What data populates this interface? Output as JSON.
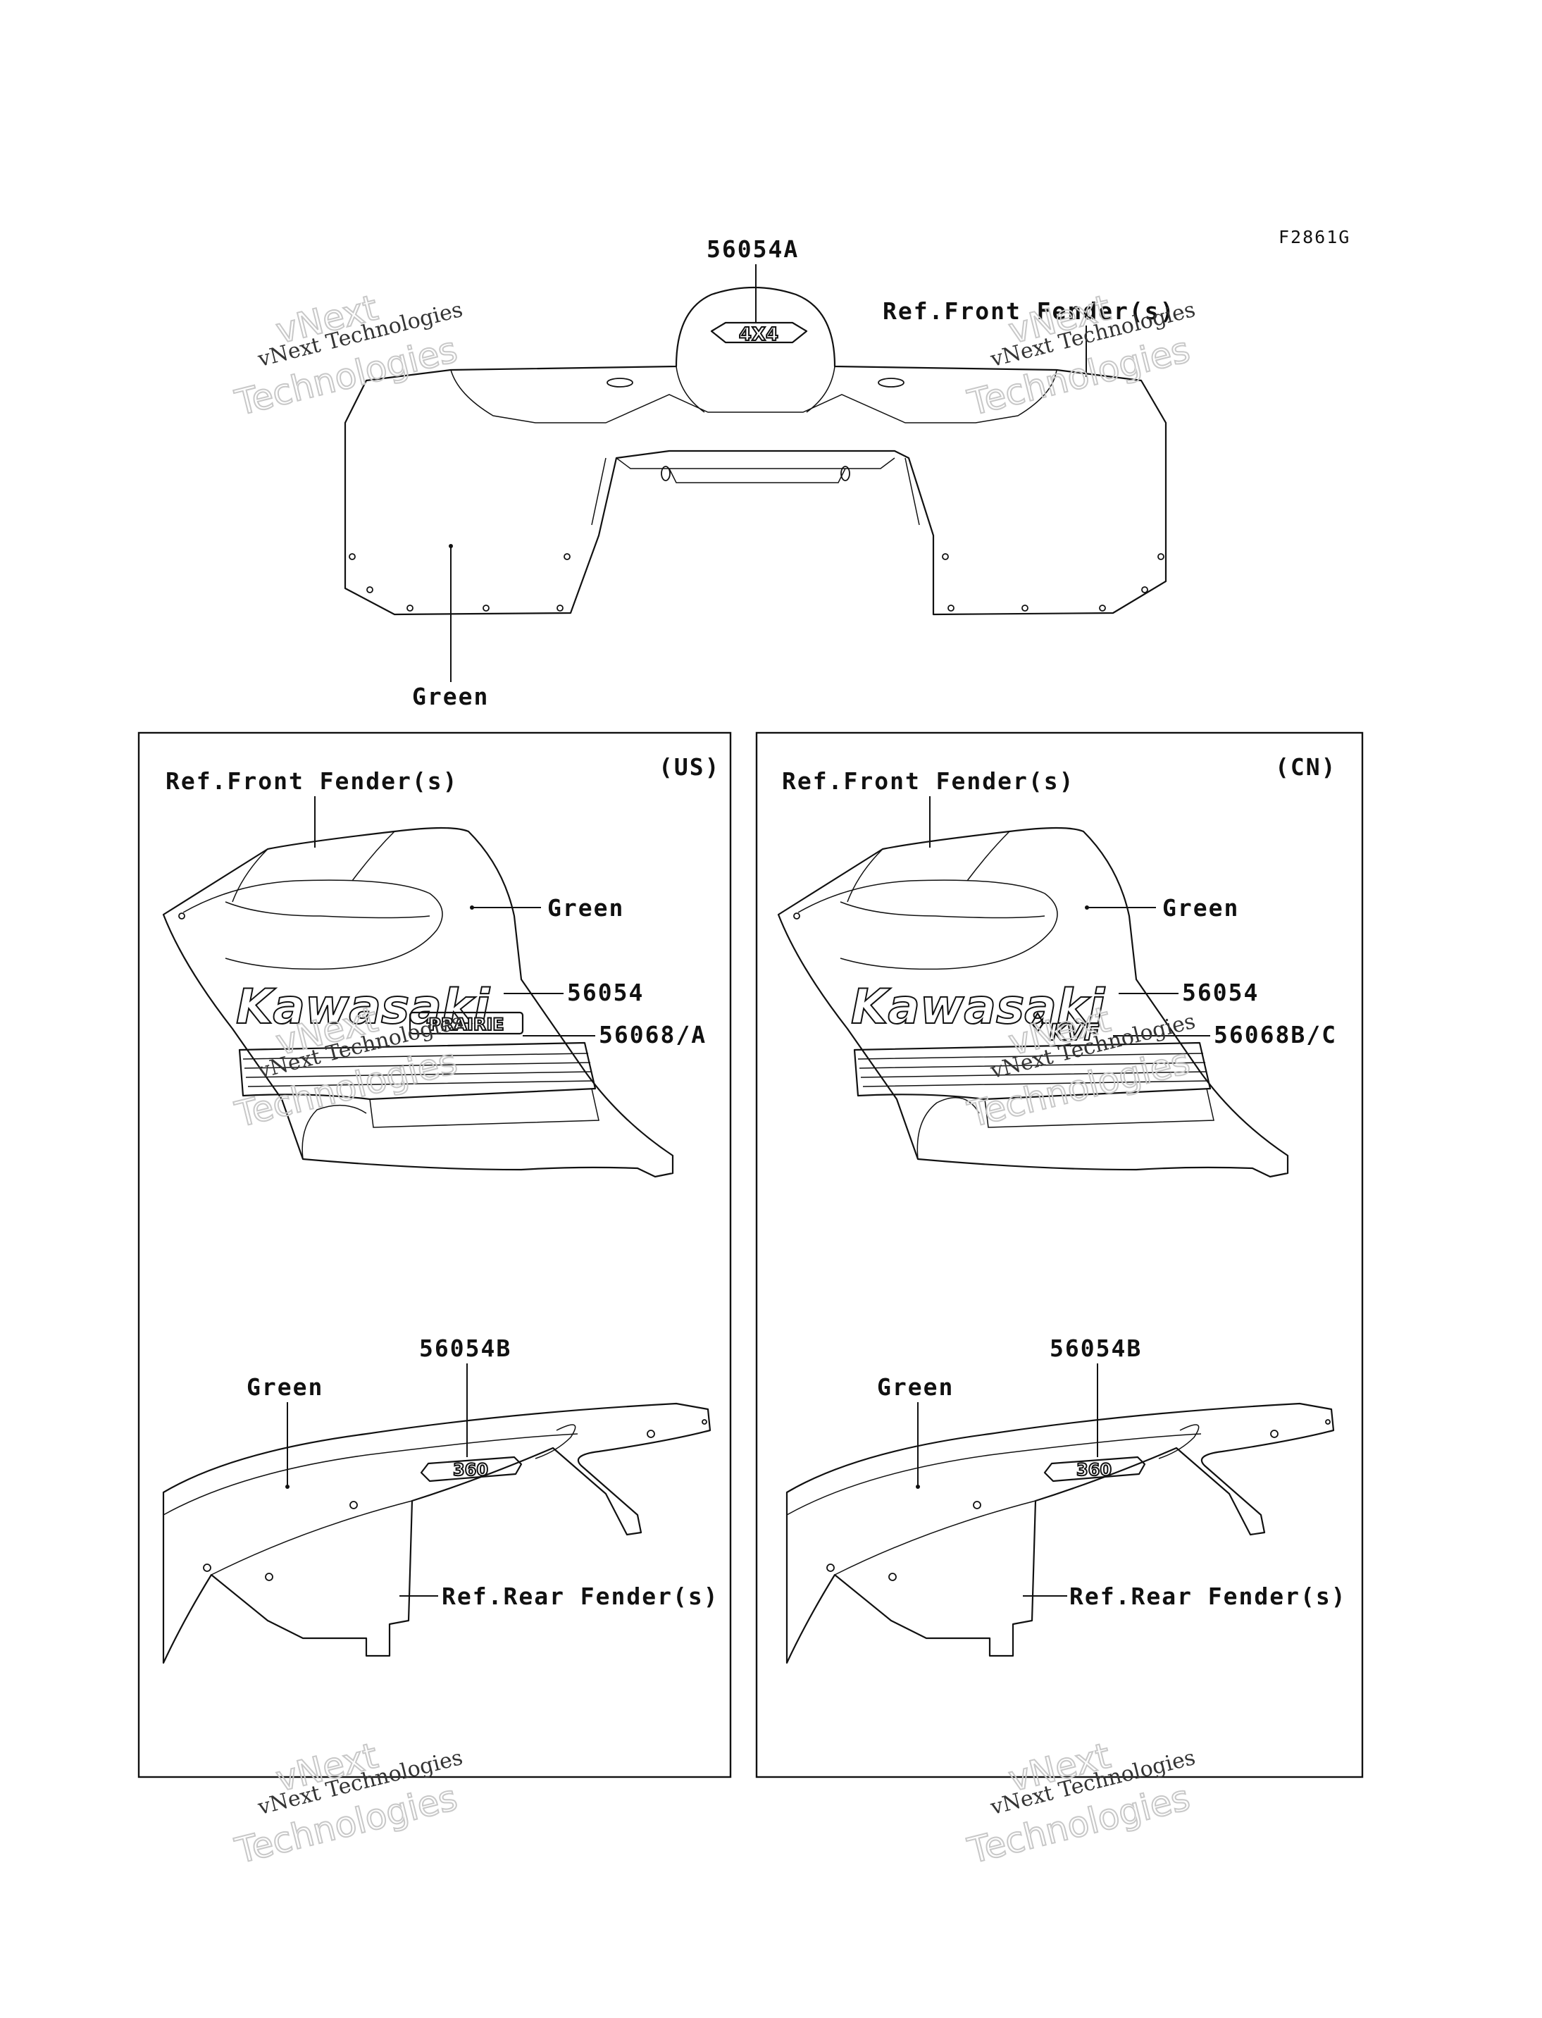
{
  "figure_code": "F2861G",
  "top": {
    "part_56054A": "56054A",
    "ref_front_fender": "Ref.Front Fender(s)",
    "color_green": "Green"
  },
  "panel_us": {
    "region": "(US)",
    "ref_front_fender": "Ref.Front Fender(s)",
    "color_green_front": "Green",
    "part_56054": "56054",
    "part_56068": "56068/A",
    "part_56054B": "56054B",
    "color_green_rear": "Green",
    "ref_rear_fender": "Ref.Rear Fender(s)"
  },
  "panel_cn": {
    "region": "(CN)",
    "ref_front_fender": "Ref.Front Fender(s)",
    "color_green_front": "Green",
    "part_56054": "56054",
    "part_56068": "56068B/C",
    "part_56054B": "56054B",
    "color_green_rear": "Green",
    "ref_rear_fender": "Ref.Rear Fender(s)"
  },
  "decals": {
    "badge_4x4": "4X4",
    "kawasaki": "Kawasaki",
    "prairie": "PRAIRIE",
    "kvf": "KVF",
    "model_360": "360"
  },
  "watermark": {
    "line1": "vNext",
    "line2": "vNext Technologies",
    "line3": "Technologies"
  }
}
